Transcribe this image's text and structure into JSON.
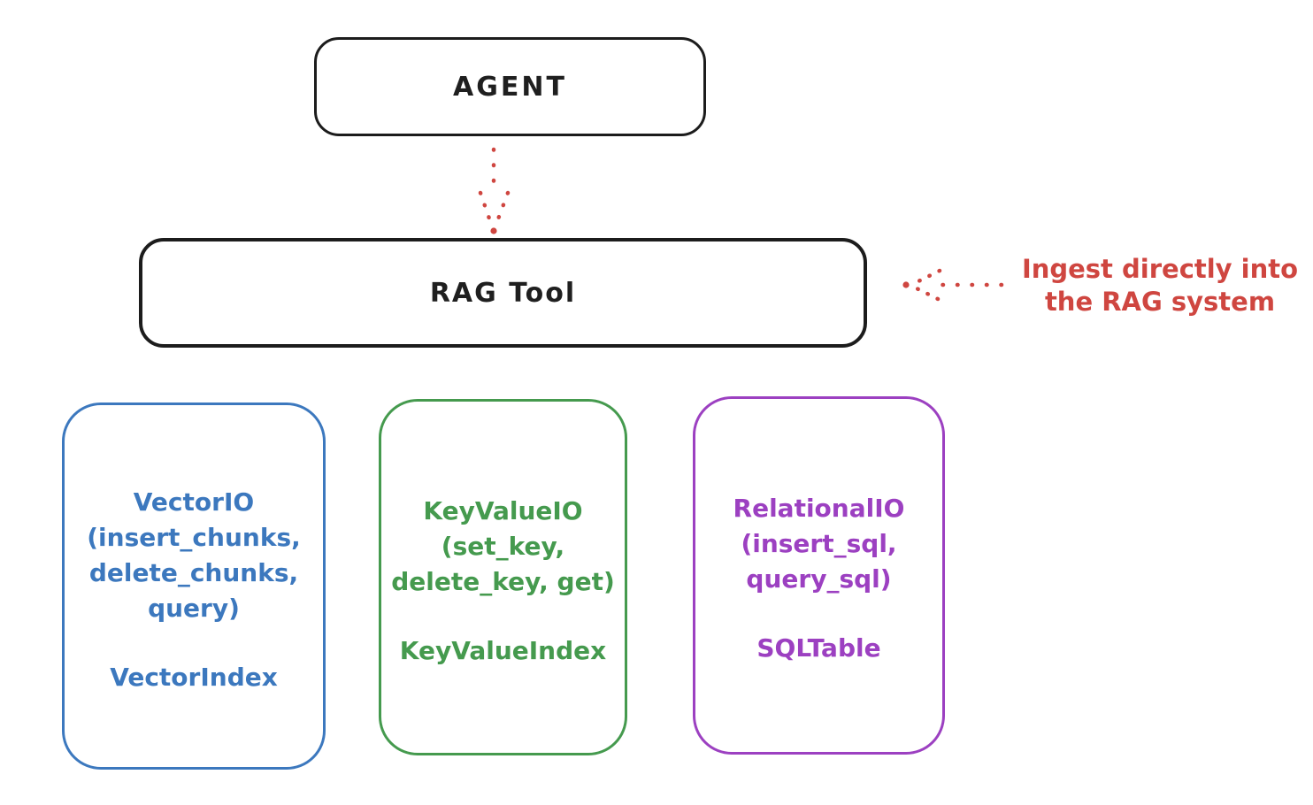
{
  "canvas": {
    "background": "#ffffff"
  },
  "colors": {
    "ink": "#1c1c1c",
    "red": "#cf4640",
    "blue": "#3c78be",
    "green": "#459a4e",
    "purple": "#9c40c1"
  },
  "nodes": {
    "agent": {
      "label": "AGENT"
    },
    "rag_tool": {
      "label": "RAG Tool"
    }
  },
  "annotation": {
    "label": "Ingest directly into\nthe RAG system"
  },
  "arrows": [
    {
      "name": "agent-to-rag-tool",
      "style": "dotted",
      "color": "#cf4640",
      "direction": "down"
    },
    {
      "name": "ingest-into-rag",
      "style": "dotted",
      "color": "#cf4640",
      "direction": "left"
    }
  ],
  "backends": [
    {
      "name": "vector",
      "color": "#3c78be",
      "io_label": "VectorIO\n(insert_chunks,\ndelete_chunks,\nquery)",
      "index_label": "VectorIndex"
    },
    {
      "name": "keyvalue",
      "color": "#459a4e",
      "io_label": "KeyValueIO\n(set_key,\ndelete_key, get)",
      "index_label": "KeyValueIndex"
    },
    {
      "name": "relational",
      "color": "#9c40c1",
      "io_label": "RelationalIO\n(insert_sql,\nquery_sql)",
      "index_label": "SQLTable"
    }
  ]
}
